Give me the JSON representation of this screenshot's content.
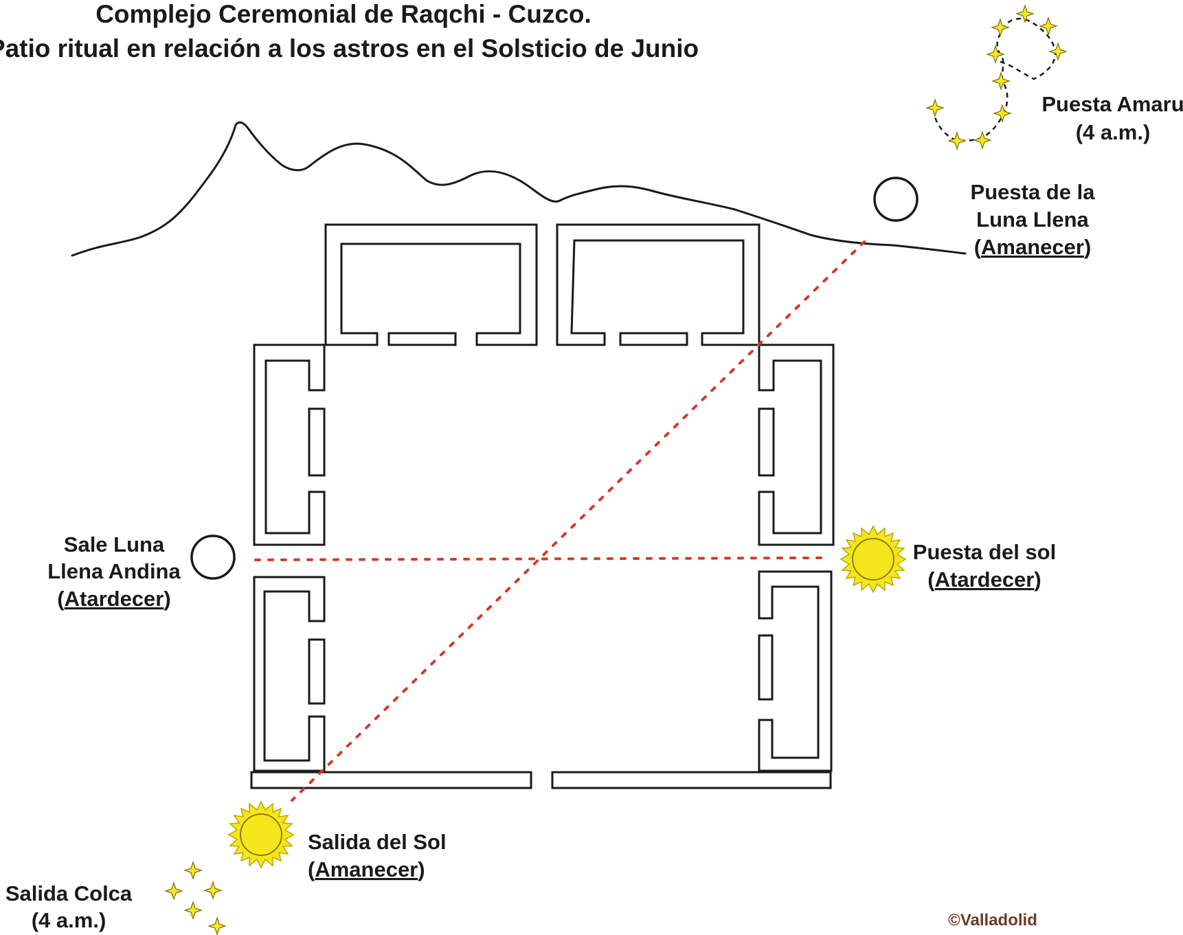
{
  "title": {
    "line1": "Complejo Ceremonial de Raqchi - Cuzco.",
    "line2": "Patio ritual en relación a los astros en el Solsticio de Junio"
  },
  "labels": {
    "amaru": {
      "line1": "Puesta Amaru",
      "line2": "(4 a.m.)"
    },
    "moon_set": {
      "line1": "Puesta de la",
      "line2": "Luna Llena",
      "line3": "Amanecer"
    },
    "moon_rise": {
      "line1": "Sale Luna",
      "line2": "Llena Andina",
      "line3": "Atardecer"
    },
    "sun_set": {
      "line1": "Puesta del sol",
      "line2": "Atardecer"
    },
    "sun_rise": {
      "line1": "Salida del Sol",
      "line2": "Amanecer"
    },
    "colca": {
      "line1": "Salida Colca",
      "line2": "(4 a.m.)"
    }
  },
  "copyright": "©Valladolid",
  "colors": {
    "sight_line": "#d33a2a",
    "sun": "#f5e61b",
    "star": "#f7e62a",
    "outline": "#1a1a1a",
    "copyright": "#6b3a22"
  },
  "icons": [
    "sun-icon",
    "full-moon-icon",
    "star-icon",
    "amaru-constellation-icon",
    "colca-constellation-icon"
  ]
}
